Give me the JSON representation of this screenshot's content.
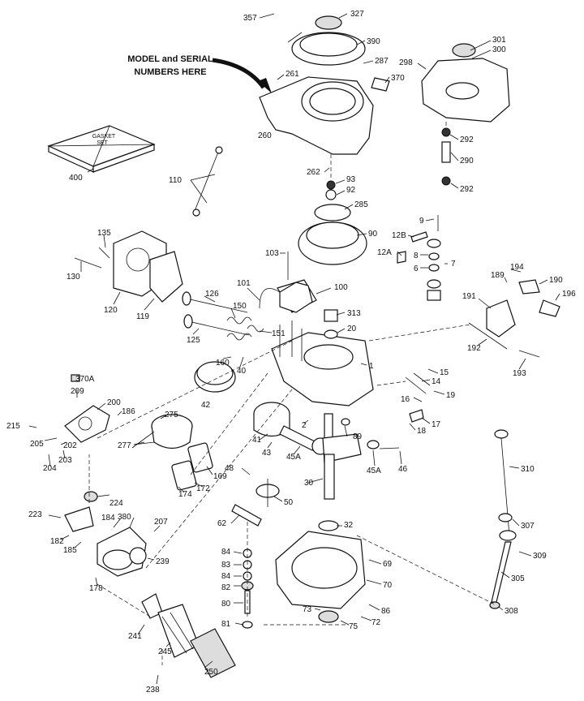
{
  "note": {
    "line1": "MODEL and SERIAL",
    "line2": "NUMBERS HERE"
  },
  "gasket_box": {
    "line1": "GASKET",
    "line2": "SET"
  },
  "labels": {
    "p357": "357",
    "p327": "327",
    "p390": "390",
    "p287": "287",
    "p261": "261",
    "p370": "370",
    "p260": "260",
    "p298": "298",
    "p301": "301",
    "p300": "300",
    "p292a": "292",
    "p290": "290",
    "p292b": "292",
    "p400": "400",
    "p262": "262",
    "p93": "93",
    "p92": "92",
    "p285": "285",
    "p110": "110",
    "p90": "90",
    "p9": "9",
    "p12B": "12B",
    "p12A": "12A",
    "p8": "8",
    "p6": "6",
    "p7": "7",
    "p103": "103",
    "p135": "135",
    "p130": "130",
    "p120": "120",
    "p119": "119",
    "p126": "126",
    "p101": "101",
    "p100": "100",
    "p150": "150",
    "p313": "313",
    "p125": "125",
    "p151": "151",
    "p20": "20",
    "p194": "194",
    "p189": "189",
    "p190": "190",
    "p196": "196",
    "p191": "191",
    "p192": "192",
    "p193": "193",
    "p160": "160",
    "p40": "40",
    "p1": "1",
    "p15": "15",
    "p14": "14",
    "p19": "19",
    "p370A": "370A",
    "p42": "42",
    "p209": "209",
    "p200": "200",
    "p186": "186",
    "p275": "275",
    "p16": "16",
    "p17": "17",
    "p18": "18",
    "p215": "215",
    "p205": "205",
    "p202": "202",
    "p2": "2",
    "p89": "89",
    "p204": "204",
    "p203": "203",
    "p277": "277",
    "p41": "41",
    "p43": "43",
    "p45A1": "45A",
    "p45A2": "45A",
    "p46": "46",
    "p310": "310",
    "p169": "169",
    "p48": "48",
    "p172": "172",
    "p174": "174",
    "p30": "30",
    "p224": "224",
    "p50": "50",
    "p223": "223",
    "p184": "184",
    "p380": "380",
    "p207": "207",
    "p62": "62",
    "p32": "32",
    "p307": "307",
    "p182": "182",
    "p185": "185",
    "p239": "239",
    "p84a": "84",
    "p83": "83",
    "p69": "69",
    "p309": "309",
    "p84b": "84",
    "p178": "178",
    "p82": "82",
    "p70": "70",
    "p305": "305",
    "p80": "80",
    "p73": "73",
    "p86": "86",
    "p308": "308",
    "p241": "241",
    "p81": "81",
    "p75": "75",
    "p72": "72",
    "p245": "245",
    "p250": "250",
    "p238": "238"
  }
}
